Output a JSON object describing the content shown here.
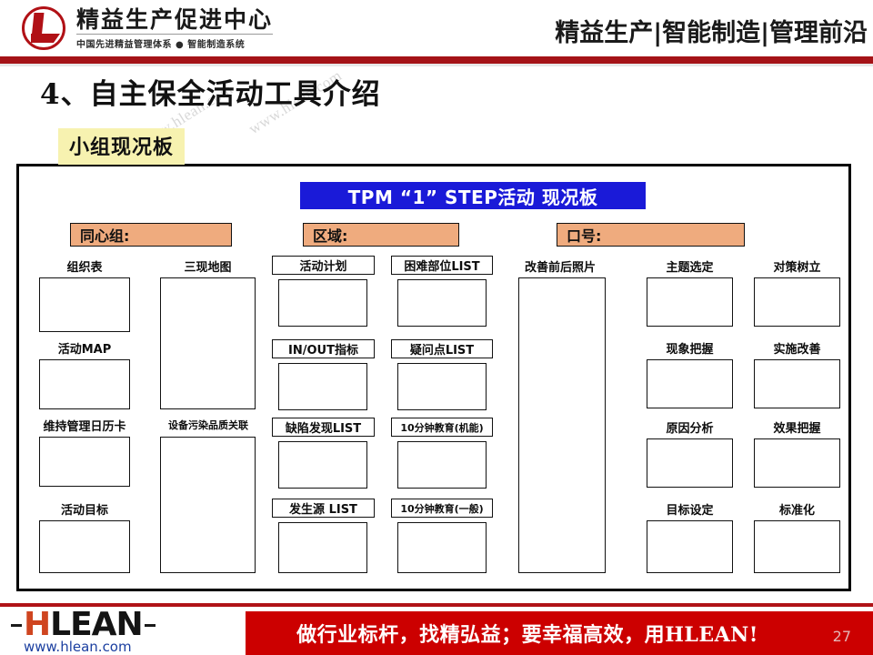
{
  "header": {
    "logo_main": "精益生产促进中心",
    "logo_sub": "中国先进精益管理体系 ● 智能制造系统",
    "right_text": "精益生产|智能制造|管理前沿",
    "accent_color": "#a51317"
  },
  "title": "4、自主保全活动工具介绍",
  "section_tag": "小组现况板",
  "board": {
    "banner": "TPM “1” STEP活动  现况板",
    "banner_color": "#1a1ad8",
    "fields": [
      {
        "label": "同心组:",
        "value": ""
      },
      {
        "label": "区域:",
        "value": ""
      },
      {
        "label": "口号:",
        "value": ""
      }
    ],
    "field_color": "#efab7e",
    "columns": [
      {
        "name": "column-1",
        "cells": [
          {
            "label": "组织表",
            "style": "plain"
          },
          {
            "label": "活动MAP",
            "style": "plain"
          },
          {
            "label": "维持管理日历卡",
            "style": "plain"
          },
          {
            "label": "活动目标",
            "style": "plain"
          }
        ]
      },
      {
        "name": "column-2",
        "cells": [
          {
            "label": "三现地图",
            "style": "plain"
          },
          {
            "label": "设备污染品质关联",
            "style": "plain"
          }
        ]
      },
      {
        "name": "column-3",
        "cells": [
          {
            "label": "活动计划",
            "style": "boxed"
          },
          {
            "label": "IN/OUT指标",
            "style": "boxed"
          },
          {
            "label": "缺陷发现LIST",
            "style": "boxed"
          },
          {
            "label": "发生源 LIST",
            "style": "boxed"
          }
        ]
      },
      {
        "name": "column-4",
        "cells": [
          {
            "label": "困难部位LIST",
            "style": "boxed"
          },
          {
            "label": "疑问点LIST",
            "style": "boxed"
          },
          {
            "label": "10分钟教育(机能)",
            "style": "boxed"
          },
          {
            "label": "10分钟教育(一般)",
            "style": "boxed"
          }
        ]
      },
      {
        "name": "column-5",
        "cells": [
          {
            "label": "改善前后照片",
            "style": "plain"
          }
        ]
      },
      {
        "name": "column-6",
        "cells": [
          {
            "label": "主题选定",
            "style": "plain"
          },
          {
            "label": "现象把握",
            "style": "plain"
          },
          {
            "label": "原因分析",
            "style": "plain"
          },
          {
            "label": "目标设定",
            "style": "plain"
          }
        ]
      },
      {
        "name": "column-7",
        "cells": [
          {
            "label": "对策树立",
            "style": "plain"
          },
          {
            "label": "实施改善",
            "style": "plain"
          },
          {
            "label": "效果把握",
            "style": "plain"
          },
          {
            "label": "标准化",
            "style": "plain"
          }
        ]
      }
    ]
  },
  "watermark_text": "www.hlean.com",
  "footer": {
    "brand_h": "H",
    "brand_lean": "LEAN",
    "url": "www.hlean.com",
    "slogan": "做行业标杆，找精弘益；要幸福高效，用HLEAN!",
    "page_number": "27",
    "bar_color": "#cc0000"
  }
}
